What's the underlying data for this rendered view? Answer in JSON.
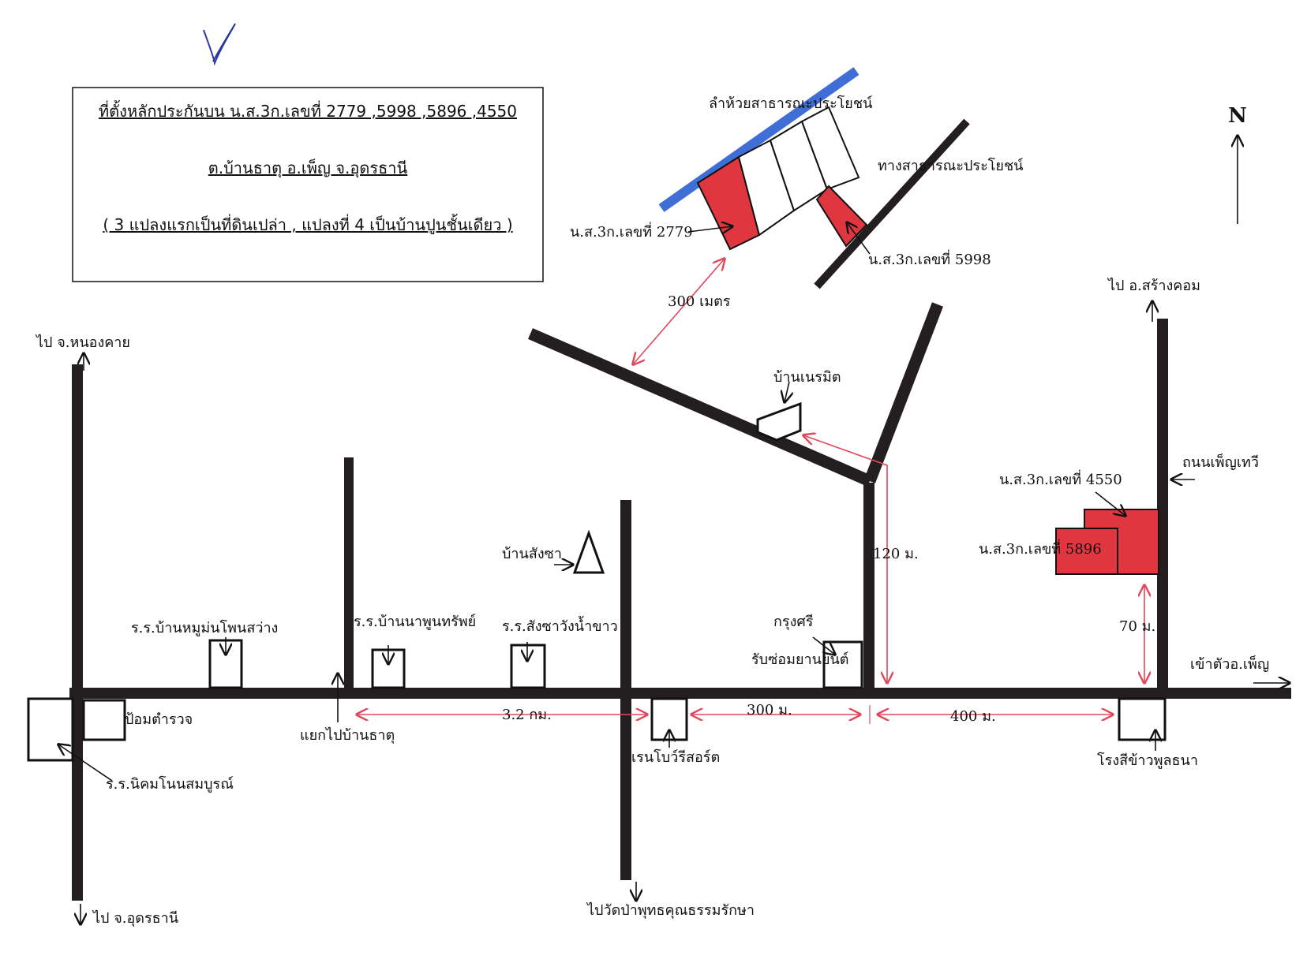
{
  "header": {
    "line1": "ที่ตั้งหลักประกันบน น.ส.3ก.เลขที่ 2779 ,5998 ,5896 ,4550",
    "line2": "ต.บ้านธาตุ  อ.เพ็ญ  จ.อุดรธานี",
    "line3": "( 3 แปลงแรกเป็นที่ดินเปล่า ,  แปลงที่ 4 เป็นบ้านปูนชั้นเดียว )"
  },
  "compass": {
    "label": "N"
  },
  "inset": {
    "canal": "ลำห้วยสาธารณะประโยชน์",
    "public_road": "ทางสาธารณะประโยชน์",
    "plot_2779": "น.ส.3ก.เลขที่ 2779",
    "plot_5998": "น.ส.3ก.เลขที่  5998",
    "dist_300m": "300 เมตร"
  },
  "places": {
    "to_nongkhai": "ไป จ.หนองคาย",
    "to_udon": "ไป จ.อุดรธานี",
    "to_sangkhom": "ไป อ.สร้างคอม",
    "to_wat": "ไปวัดป่าพุทธคุณธรรมรักษา",
    "to_phen": "เข้าตัวอ.เพ็ญ",
    "road_phen_thewi": "ถนนเพ็ญเทวี",
    "ban_nenmit": "บ้านเนรมิต",
    "ban_sangsa": "บ้านสังซา",
    "school_nummun": "ร.ร.บ้านหมูม่นโพนสว่าง",
    "school_naphun": "ร.ร.บ้านนาพูนทรัพย์",
    "school_sangsa": "ร.ร.สังซาวังน้ำขาว",
    "krungsri": "กรุงศรี",
    "garage": "รับซ่อมยานยนต์",
    "police": "ป้อมตำรวจ",
    "school_nikhom": "ร.ร.นิคมโนนสมบูรณ์",
    "junction_banthat": "แยกไปบ้านธาตุ",
    "rainbow_resort": "เรนโบว์รีสอร์ต",
    "rice_mill": "โรงสีข้าวพูลธนา",
    "plot_4550": "น.ส.3ก.เลขที่ 4550",
    "plot_5896": "น.ส.3ก.เลขที่ 5896"
  },
  "distances": {
    "d_3_2km": "3.2 กม.",
    "d_300m": "300 ม.",
    "d_400m": "400 ม.",
    "d_120m": "120 ม.",
    "d_70m": "70 ม."
  },
  "colors": {
    "road": "#231f20",
    "plot_fill": "#e0363f",
    "canal": "#3f6fd6",
    "dimension_line": "#e0485a"
  }
}
